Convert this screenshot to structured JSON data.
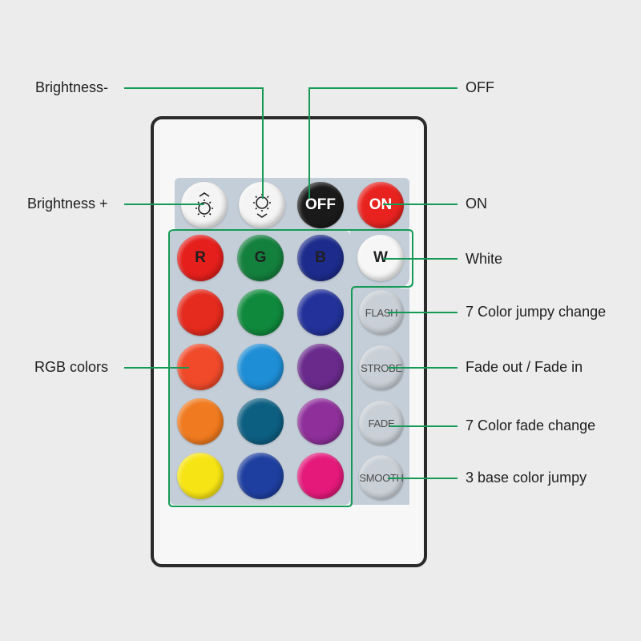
{
  "colors": {
    "leader": "#159a55",
    "remote_border": "#2b2b2b"
  },
  "buttons": [
    {
      "id": "brightness-plus",
      "text": "",
      "icon": "sun-up-icon",
      "color": "#f4f4f4",
      "textColor": "dark"
    },
    {
      "id": "brightness-minus",
      "text": "",
      "icon": "sun-down-icon",
      "color": "#f4f4f4",
      "textColor": "dark"
    },
    {
      "id": "off",
      "text": "OFF",
      "color": "#1a1a1a",
      "textColor": "light"
    },
    {
      "id": "on",
      "text": "ON",
      "color": "#e8231f",
      "textColor": "light"
    },
    {
      "id": "red",
      "text": "R",
      "color": "#e51f1c",
      "textColor": "dark"
    },
    {
      "id": "green",
      "text": "G",
      "color": "#14803e",
      "textColor": "dark"
    },
    {
      "id": "blue",
      "text": "B",
      "color": "#1d2c8c",
      "textColor": "dark"
    },
    {
      "id": "white",
      "text": "W",
      "color": "#f6f6f6",
      "textColor": "dark"
    },
    {
      "id": "color-r2",
      "text": "",
      "color": "#e52b1e",
      "textColor": "dark"
    },
    {
      "id": "color-g2",
      "text": "",
      "color": "#0f8a3c",
      "textColor": "dark"
    },
    {
      "id": "color-b2",
      "text": "",
      "color": "#23329a",
      "textColor": "dark"
    },
    {
      "id": "flash",
      "text": "FLASH",
      "color": "#c9cfd6",
      "textColor": "dark"
    },
    {
      "id": "color-r3",
      "text": "",
      "color": "#f04a2a",
      "textColor": "dark"
    },
    {
      "id": "color-g3",
      "text": "",
      "color": "#1e8ed6",
      "textColor": "dark"
    },
    {
      "id": "color-b3",
      "text": "",
      "color": "#6a2a8c",
      "textColor": "dark"
    },
    {
      "id": "strobe",
      "text": "STROBE",
      "color": "#c9cfd6",
      "textColor": "dark"
    },
    {
      "id": "color-r4",
      "text": "",
      "color": "#f07a1f",
      "textColor": "dark"
    },
    {
      "id": "color-g4",
      "text": "",
      "color": "#0d5f82",
      "textColor": "dark"
    },
    {
      "id": "color-b4",
      "text": "",
      "color": "#8e2f9a",
      "textColor": "dark"
    },
    {
      "id": "fade",
      "text": "FADE",
      "color": "#c9cfd6",
      "textColor": "dark"
    },
    {
      "id": "color-r5",
      "text": "",
      "color": "#f7e414",
      "textColor": "dark"
    },
    {
      "id": "color-g5",
      "text": "",
      "color": "#1e3fa0",
      "textColor": "dark"
    },
    {
      "id": "color-b5",
      "text": "",
      "color": "#e4197a",
      "textColor": "dark"
    },
    {
      "id": "smooth",
      "text": "SMOOTH",
      "color": "#c9cfd6",
      "textColor": "dark"
    }
  ],
  "labels": {
    "brightness_minus": "Brightness-",
    "brightness_plus": "Brightness +",
    "off": "OFF",
    "on": "ON",
    "white": "White",
    "flash": "7 Color jumpy change",
    "rgb": "RGB colors",
    "strobe": "Fade out / Fade in",
    "fade": "7 Color fade change",
    "smooth": "3 base color jumpy"
  }
}
